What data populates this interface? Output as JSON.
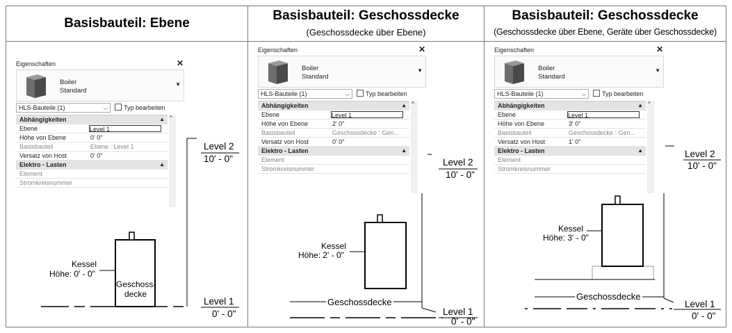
{
  "columns": [
    {
      "title": "Basisbauteil: Ebene",
      "subtitle": "",
      "panel": {
        "title": "Eigenschaften",
        "close": "✕",
        "type_name": "Boiler",
        "type_sub": "Standard",
        "selector": "HLS-Bauteile (1)",
        "edit_type": "Typ bearbeiten",
        "group1": "Abhängigkeiten",
        "rows": [
          {
            "key": "Ebene",
            "value": "Level 1"
          },
          {
            "key": "Höhe von Ebene",
            "value": "0'  0\""
          },
          {
            "key": "Basisbauteil",
            "value": "Ebene : Level 1"
          },
          {
            "key": "Versatz von Host",
            "value": "0'  0\""
          }
        ],
        "group2": "Elektro - Lasten",
        "rows2": [
          {
            "key": "Element",
            "value": ""
          },
          {
            "key": "Stromkreisnummer",
            "value": ""
          }
        ]
      },
      "kessel_label": "Kessel",
      "height_label": "Höhe: 0' - 0\"",
      "host_label_1": "Geschoss-",
      "host_label_2": "decke",
      "level_upper": "Level 2",
      "level_upper_elev": "10' - 0\"",
      "level_lower": "Level 1",
      "level_lower_elev": "0' - 0\""
    },
    {
      "title": "Basisbauteil: Geschossdecke",
      "subtitle": "(Geschossdecke über Ebene)",
      "panel": {
        "title": "Eigenschaften",
        "close": "✕",
        "type_name": "Boiler",
        "type_sub": "Standard",
        "selector": "HLS-Bauteile (1)",
        "edit_type": "Typ bearbeiten",
        "group1": "Abhängigkeiten",
        "rows": [
          {
            "key": "Ebene",
            "value": "Level 1"
          },
          {
            "key": "Höhe von Ebene",
            "value": "2'  0\""
          },
          {
            "key": "Basisbauteil",
            "value": "Geschossdecke : Gen..."
          },
          {
            "key": "Versatz von Host",
            "value": "0'  0\""
          }
        ],
        "group2": "Elektro - Lasten",
        "rows2": [
          {
            "key": "Element",
            "value": ""
          },
          {
            "key": "Stromkreisnummer",
            "value": ""
          }
        ]
      },
      "kessel_label": "Kessel",
      "height_label": "Höhe: 2' - 0\"",
      "host_label": "Geschossdecke",
      "level_upper": "Level 2",
      "level_upper_elev": "10' - 0\"",
      "level_lower": "Level 1",
      "level_lower_elev": "0' - 0\""
    },
    {
      "title": "Basisbauteil: Geschossdecke",
      "subtitle": "(Geschossdecke über Ebene, Geräte über Geschossdecke)",
      "panel": {
        "title": "Eigenschaften",
        "close": "✕",
        "type_name": "Boiler",
        "type_sub": "Standard",
        "selector": "HLS-Bauteile (1)",
        "edit_type": "Typ bearbeiten",
        "group1": "Abhängigkeiten",
        "rows": [
          {
            "key": "Ebene",
            "value": "Level 1"
          },
          {
            "key": "Höhe von Ebene",
            "value": "3'  0\""
          },
          {
            "key": "Basisbauteil",
            "value": "Geschossdecke : Gen..."
          },
          {
            "key": "Versatz von Host",
            "value": "1'  0\""
          }
        ],
        "group2": "Elektro - Lasten",
        "rows2": [
          {
            "key": "Element",
            "value": ""
          },
          {
            "key": "Stromkreisnummer",
            "value": ""
          }
        ]
      },
      "kessel_label": "Kessel",
      "height_label": "Höhe: 3' - 0\"",
      "host_label": "Geschossdecke",
      "level_upper": "Level 2",
      "level_upper_elev": "10' - 0\"",
      "level_lower": "Level 1",
      "level_lower_elev": "0' - 0\""
    }
  ],
  "icons": {
    "close": "close-icon",
    "dropdown": "chevron-down-icon",
    "collapse": "chevron-up-icon",
    "edit": "edit-type-icon",
    "boiler": "boiler-icon"
  }
}
